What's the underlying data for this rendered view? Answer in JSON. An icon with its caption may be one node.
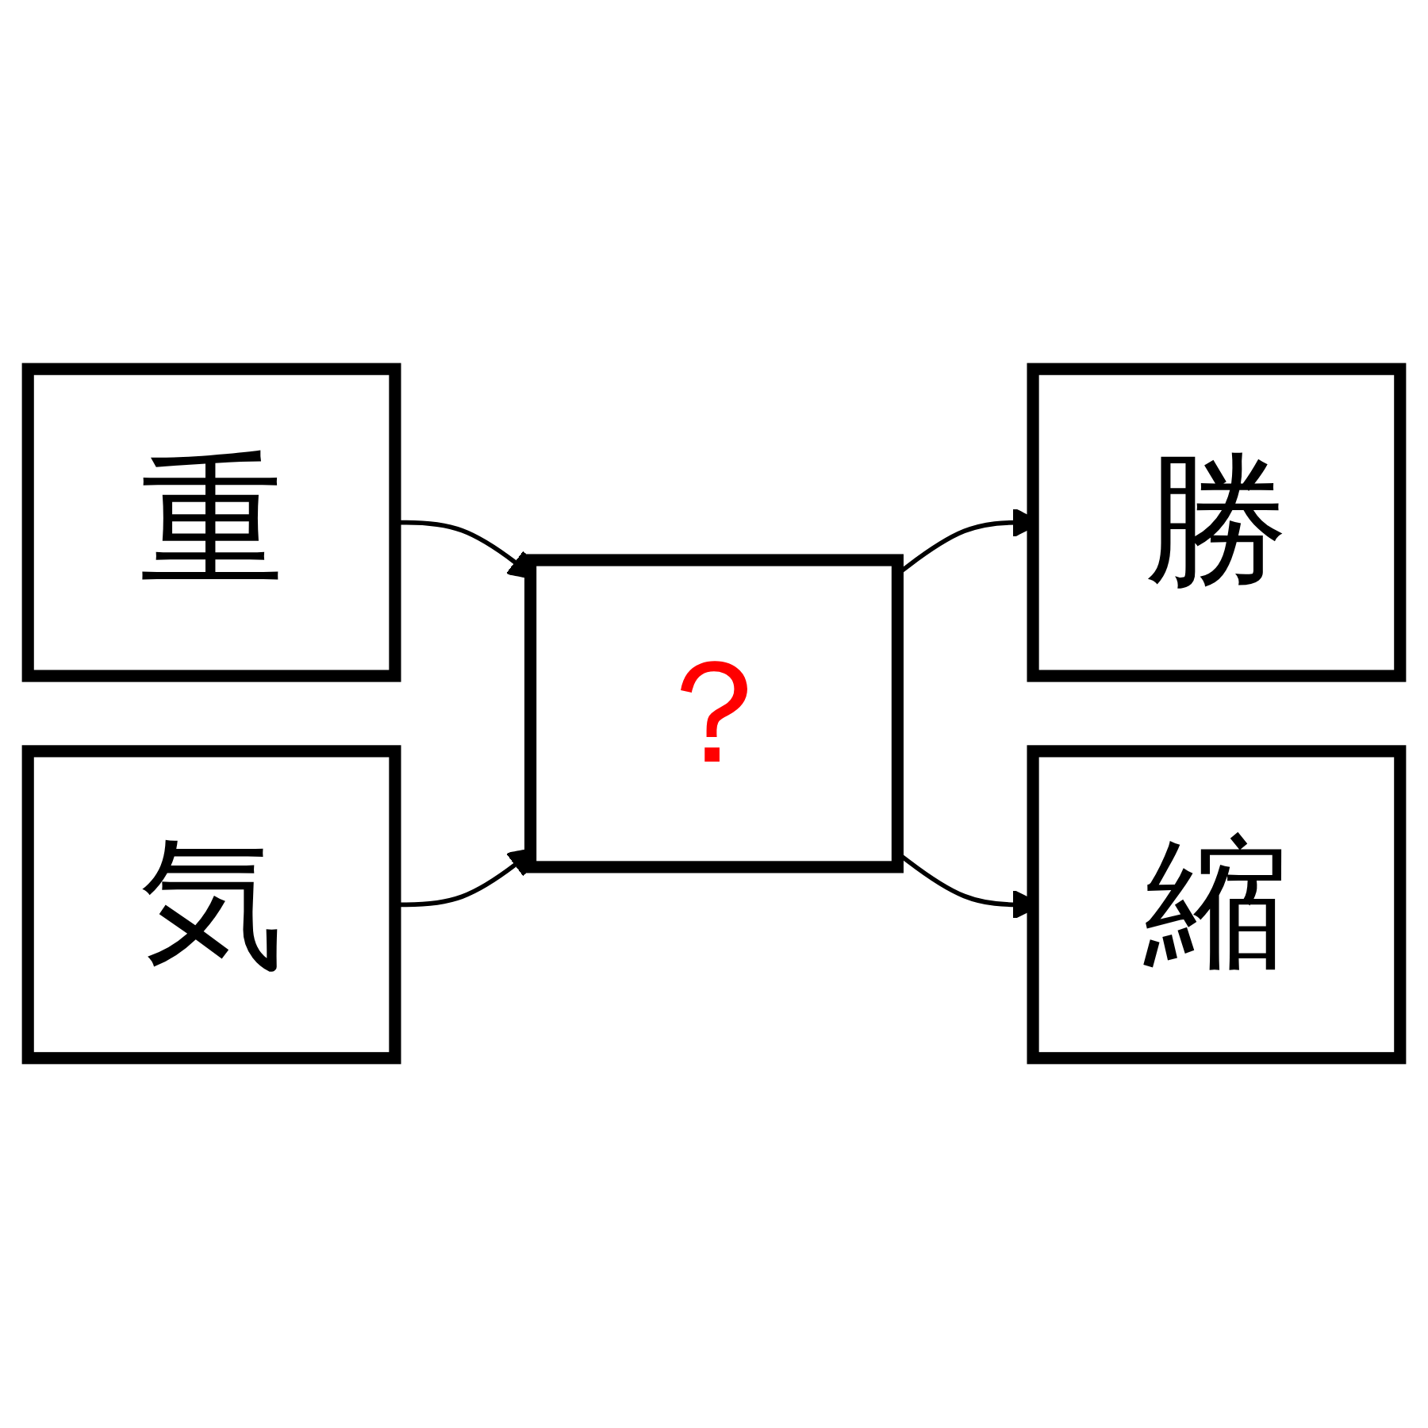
{
  "diagram": {
    "nodes": [
      {
        "text": [
          "重"
        ]
      },
      {
        "text": [
          "気"
        ]
      },
      {
        "text": [
          "？"
        ]
      },
      {
        "text": [
          "勝"
        ]
      },
      {
        "text": [
          "縮"
        ]
      }
    ],
    "edges": [
      {
        "from": 0,
        "to": 2,
        "arrow": "to"
      },
      {
        "from": 1,
        "to": 2,
        "arrow": "to"
      },
      {
        "from": 2,
        "to": 3,
        "arrow": "to"
      },
      {
        "from": 2,
        "to": 4,
        "arrow": "to"
      }
    ]
  }
}
